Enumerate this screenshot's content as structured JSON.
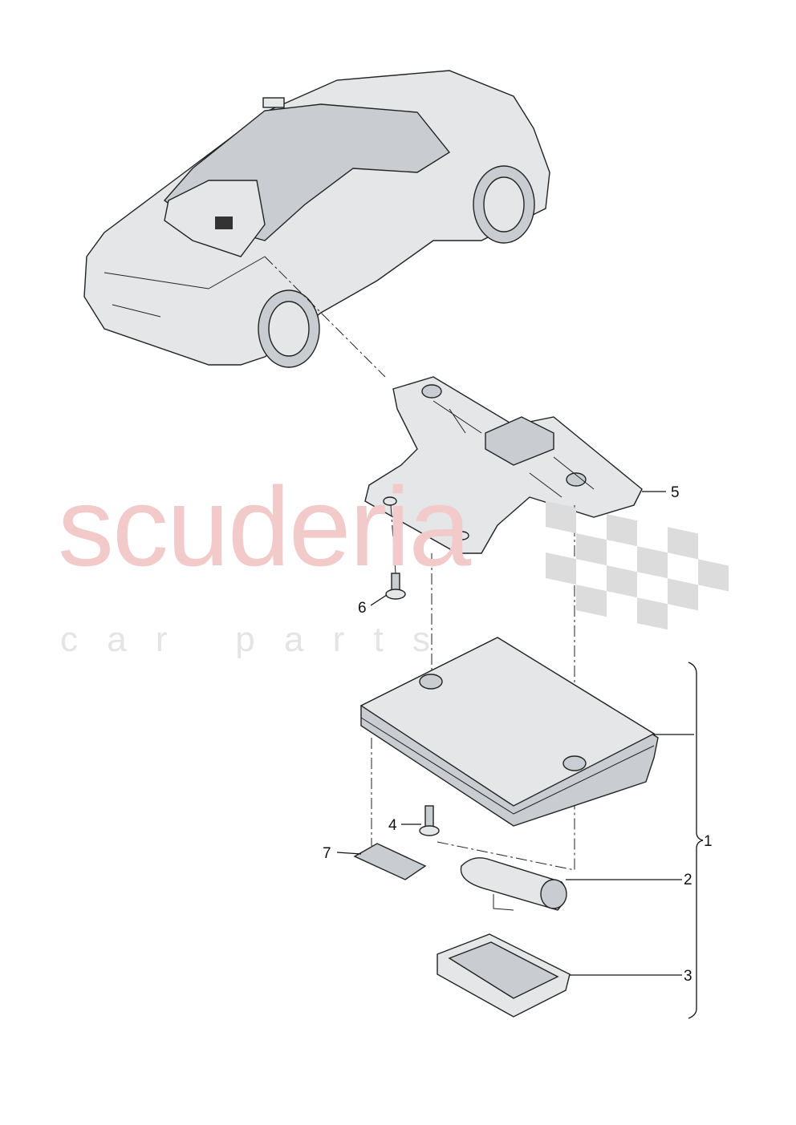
{
  "watermark": {
    "line1": "scuderia",
    "line2": "c a r   p a r t s",
    "color_primary": "#f3caca",
    "color_secondary": "#e4e4e4"
  },
  "callouts": [
    {
      "id": "1",
      "label": "1"
    },
    {
      "id": "2",
      "label": "2"
    },
    {
      "id": "3",
      "label": "3"
    },
    {
      "id": "4",
      "label": "4"
    },
    {
      "id": "5",
      "label": "5"
    },
    {
      "id": "6",
      "label": "6"
    },
    {
      "id": "7",
      "label": "7"
    }
  ]
}
